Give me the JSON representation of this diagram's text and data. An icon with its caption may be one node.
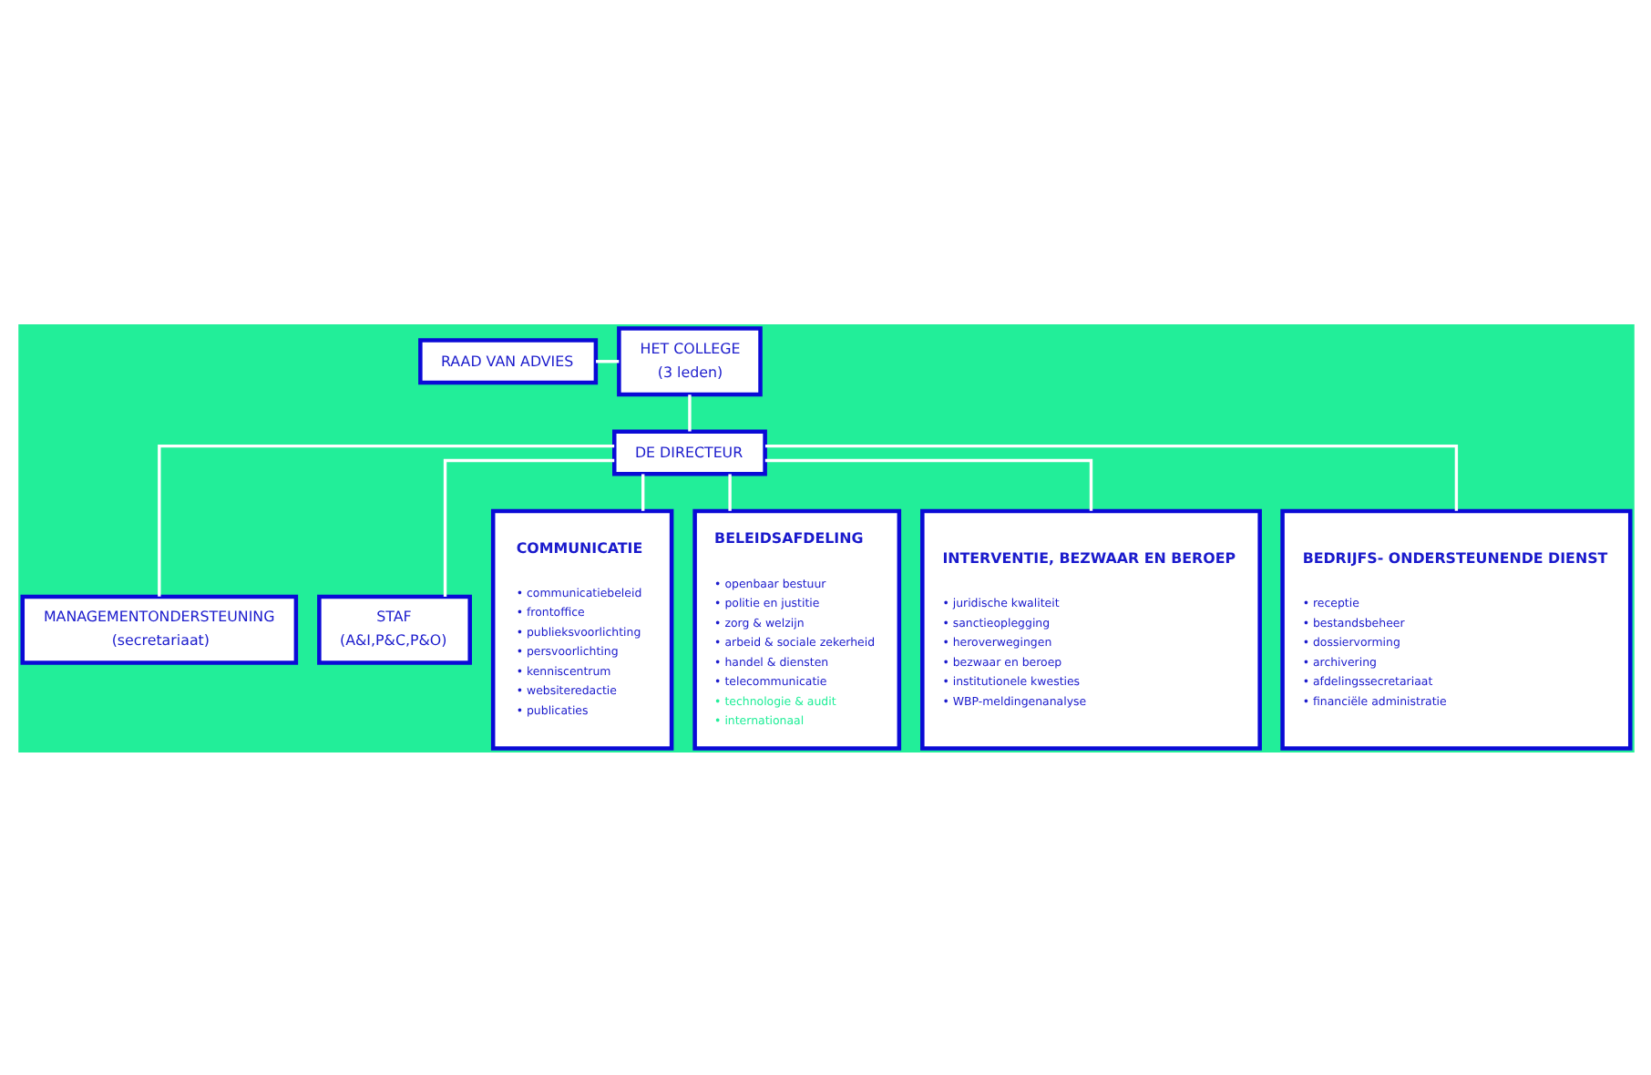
{
  "diagram": {
    "nodes": [
      {
        "text": [
          "RAAD VAN ADVIES"
        ]
      },
      {
        "text": [
          "HET COLLEGE",
          "(3 leden)"
        ]
      },
      {
        "text": [
          "DE DIRECTEUR"
        ]
      },
      {
        "text": [
          "MANAGEMENTONDERSTEUNING",
          "(secretariaat)"
        ]
      },
      {
        "text": [
          "STAF",
          "(A&I,P&C,P&O)"
        ]
      },
      {
        "text": [
          "COMMUNICATIE",
          "• communicatiebeleid",
          "• frontoffice",
          "• publieksvoorlichting",
          "• persvoorlichting",
          "• kenniscentrum",
          "• websiteredactie",
          "• publicaties"
        ]
      },
      {
        "text": [
          "BELEIDSAFDELING",
          "• openbaar bestuur",
          "• politie en justitie",
          "• zorg & welzijn",
          "• arbeid & sociale zekerheid",
          "• handel & diensten",
          "• telecommunicatie",
          "• technologie & audit",
          "• internationaal"
        ]
      },
      {
        "text": [
          "INTERVENTIE, BEZWAAR EN BEROEP",
          "• juridische kwaliteit",
          "• sanctieoplegging",
          "• heroverwegingen",
          "• bezwaar en beroep",
          "• institutionele kwesties",
          "• WBP-meldingenanalyse"
        ]
      },
      {
        "text": [
          "BEDRIJFS- ONDERSTEUNENDE DIENST",
          "• receptie",
          "• bestandsbeheer",
          "• dossiervorming",
          "• archivering",
          "• afdelingssecretariaat",
          "• financiële administratie"
        ]
      }
    ],
    "edges": [
      {
        "from": 0,
        "to": 1,
        "arrow": "none"
      },
      {
        "from": 1,
        "to": 2,
        "arrow": "none"
      },
      {
        "from": 2,
        "to": 3,
        "arrow": "none"
      },
      {
        "from": 2,
        "to": 4,
        "arrow": "none"
      },
      {
        "from": 2,
        "to": 5,
        "arrow": "none"
      },
      {
        "from": 2,
        "to": 6,
        "arrow": "none"
      },
      {
        "from": 2,
        "to": 7,
        "arrow": "none"
      },
      {
        "from": 2,
        "to": 8,
        "arrow": "none"
      }
    ]
  }
}
